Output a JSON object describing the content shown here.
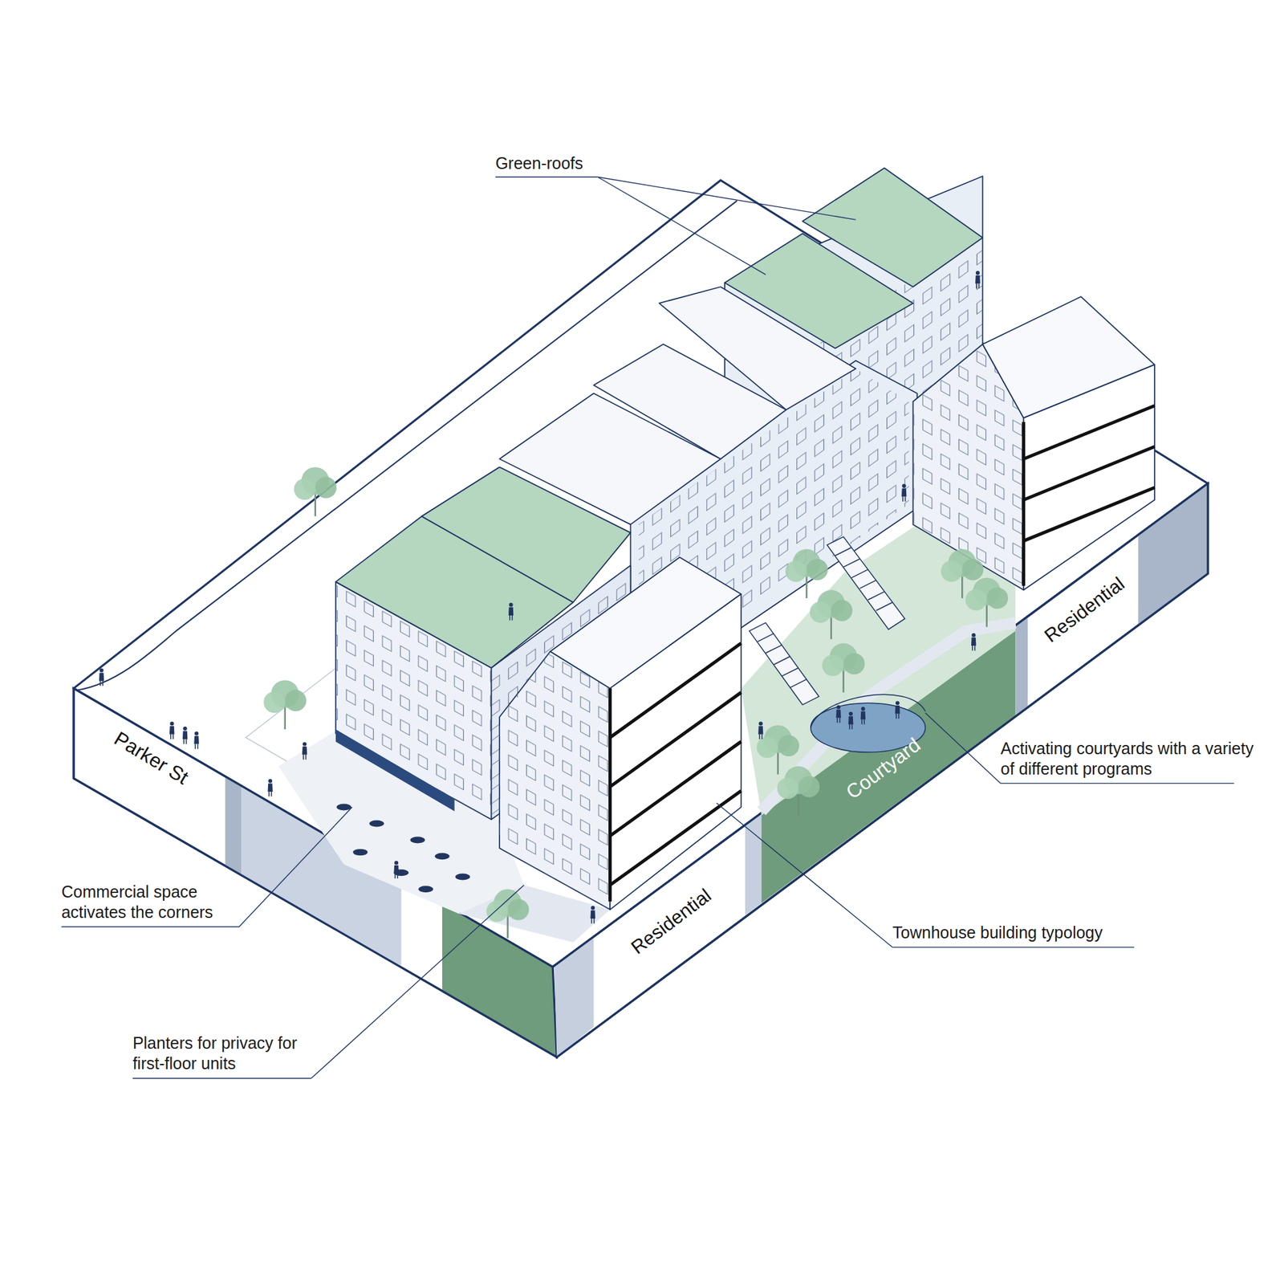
{
  "diagram": {
    "labels": [
      "Green-roofs",
      "Parker St",
      "Activating courtyards with a variety of different programs",
      "Courtyard",
      "Residential",
      "Commercial space activates the corners",
      "Residential",
      "Townhouse building typology",
      "Planters for privacy for first-floor units"
    ]
  }
}
